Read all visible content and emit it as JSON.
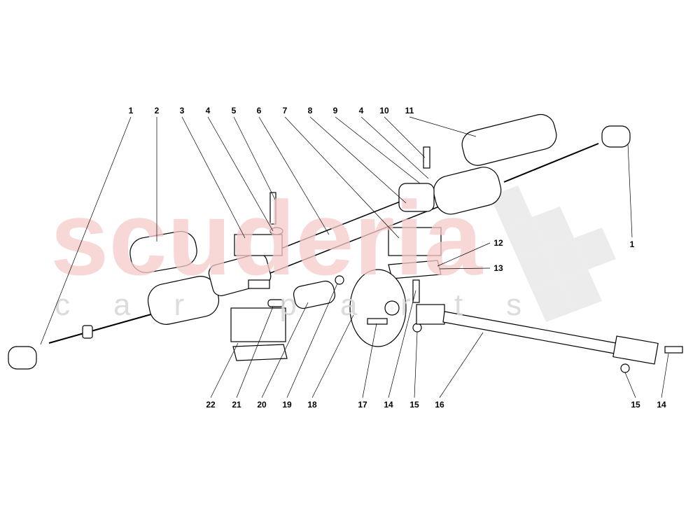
{
  "watermark": {
    "brand": "scuderia",
    "sub": "car parts"
  },
  "callouts": {
    "top": [
      "1",
      "2",
      "3",
      "4",
      "5",
      "6",
      "7",
      "8",
      "9",
      "4",
      "10",
      "11"
    ],
    "right": [
      "12",
      "13",
      "1"
    ],
    "bottom": [
      "22",
      "21",
      "20",
      "19",
      "18",
      "17",
      "14",
      "15",
      "16",
      "15",
      "14"
    ]
  }
}
